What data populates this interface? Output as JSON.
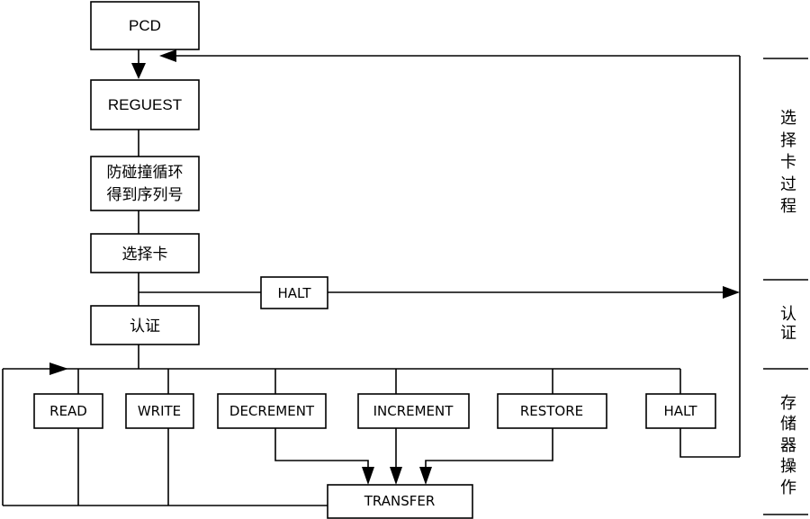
{
  "nodes": {
    "pcd": "PCD",
    "request": "REGUEST",
    "anticollision_line1": "防碰撞循环",
    "anticollision_line2": "得到序列号",
    "select_card": "选择卡",
    "halt_top": "HALT",
    "auth": "认证",
    "read": "READ",
    "write": "WRITE",
    "decrement": "DECREMENT",
    "increment": "INCREMENT",
    "restore": "RESTORE",
    "halt_bottom": "HALT",
    "transfer": "TRANSFER"
  },
  "phases": {
    "select_process": [
      "选",
      "择",
      "卡",
      "过",
      "程"
    ],
    "authentication": [
      "认",
      "证"
    ],
    "memory_operation": [
      "存",
      "储",
      "器",
      "操",
      "作"
    ]
  }
}
